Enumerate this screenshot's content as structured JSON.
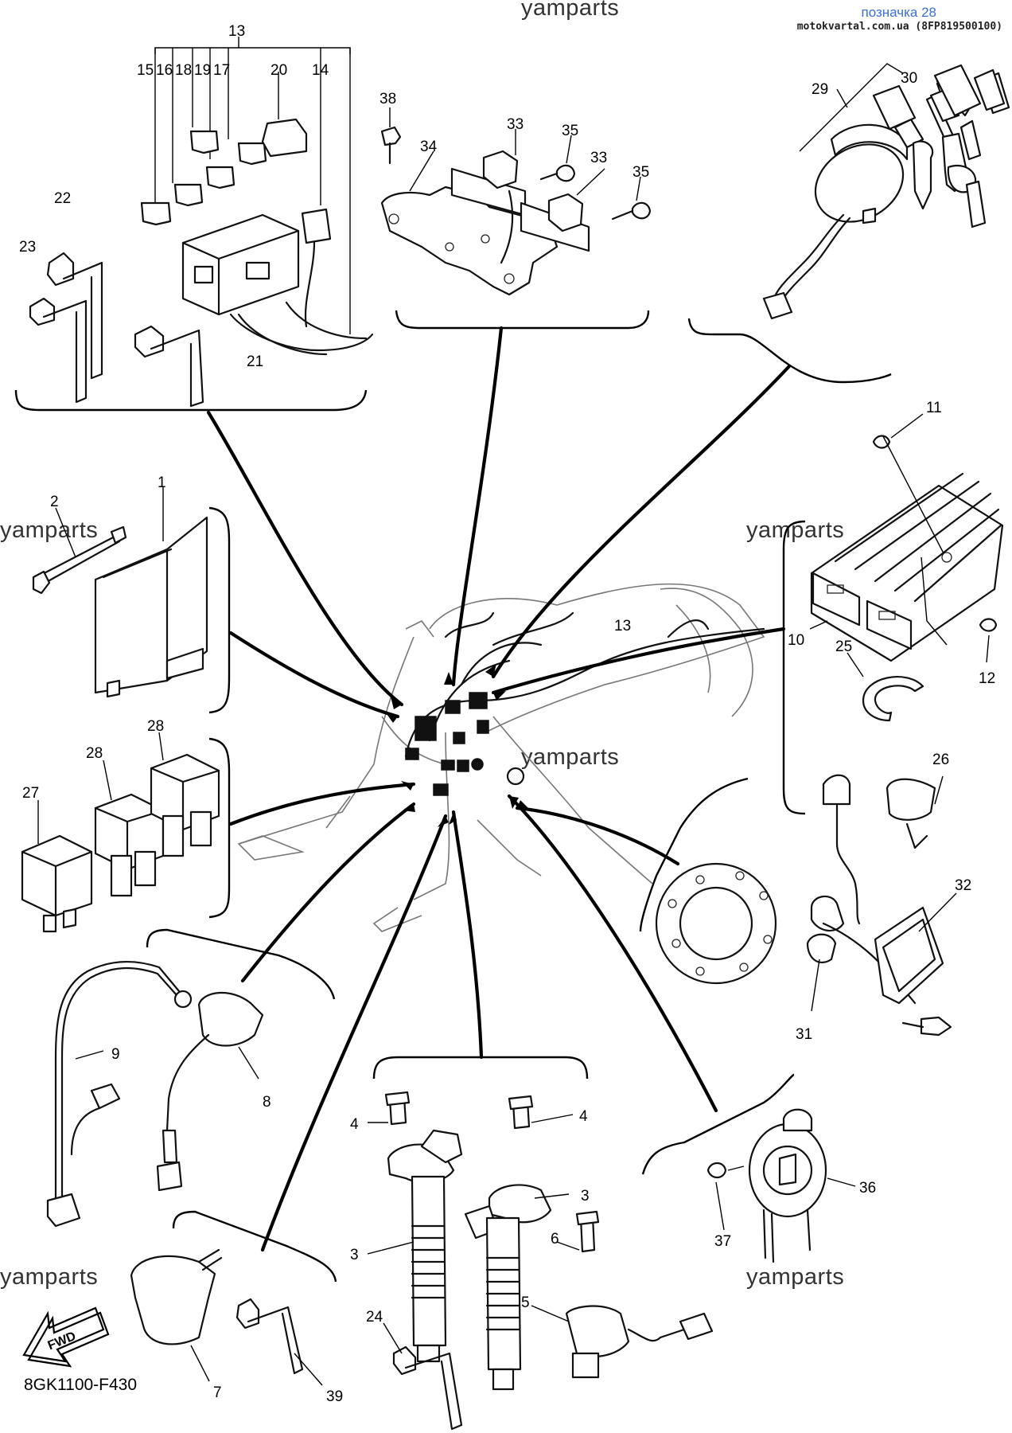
{
  "header": {
    "title": "позначка 28",
    "source": "motokvartal.com.ua (8FP819500100)"
  },
  "watermarks": [
    "yamparts",
    "yamparts",
    "yamparts",
    "yamparts",
    "yamparts",
    "yamparts"
  ],
  "diagram_code": "8GK1100-F430",
  "fwd_label": "FWD",
  "callouts": {
    "c1": "1",
    "c2": "2",
    "c3a": "3",
    "c3b": "3",
    "c4a": "4",
    "c4b": "4",
    "c5": "5",
    "c6": "6",
    "c7": "7",
    "c8": "8",
    "c9": "9",
    "c10": "10",
    "c11": "11",
    "c12": "12",
    "c13a": "13",
    "c13b": "13",
    "c14": "14",
    "c15": "15",
    "c16": "16",
    "c17": "17",
    "c18": "18",
    "c19": "19",
    "c20": "20",
    "c21": "21",
    "c22": "22",
    "c23": "23",
    "c24": "24",
    "c25": "25",
    "c26": "26",
    "c27": "27",
    "c28a": "28",
    "c28b": "28",
    "c29": "29",
    "c30": "30",
    "c31": "31",
    "c32": "32",
    "c33a": "33",
    "c33b": "33",
    "c34": "34",
    "c35a": "35",
    "c35b": "35",
    "c36": "36",
    "c37": "37",
    "c38": "38",
    "c39": "39"
  }
}
